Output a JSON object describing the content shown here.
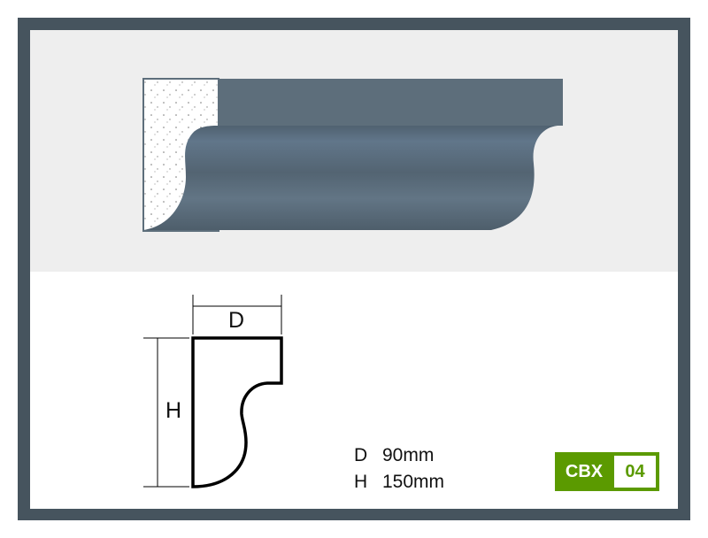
{
  "drawing": {
    "depth_label": "D",
    "height_label": "H"
  },
  "specs": [
    {
      "label": "D",
      "value": "90mm"
    },
    {
      "label": "H",
      "value": "150mm"
    }
  ],
  "badge": {
    "code": "CBX",
    "number": "04"
  },
  "colors": {
    "frame": "#46545e",
    "moulding": "#5d6e7b",
    "badge": "#5b9a00"
  }
}
